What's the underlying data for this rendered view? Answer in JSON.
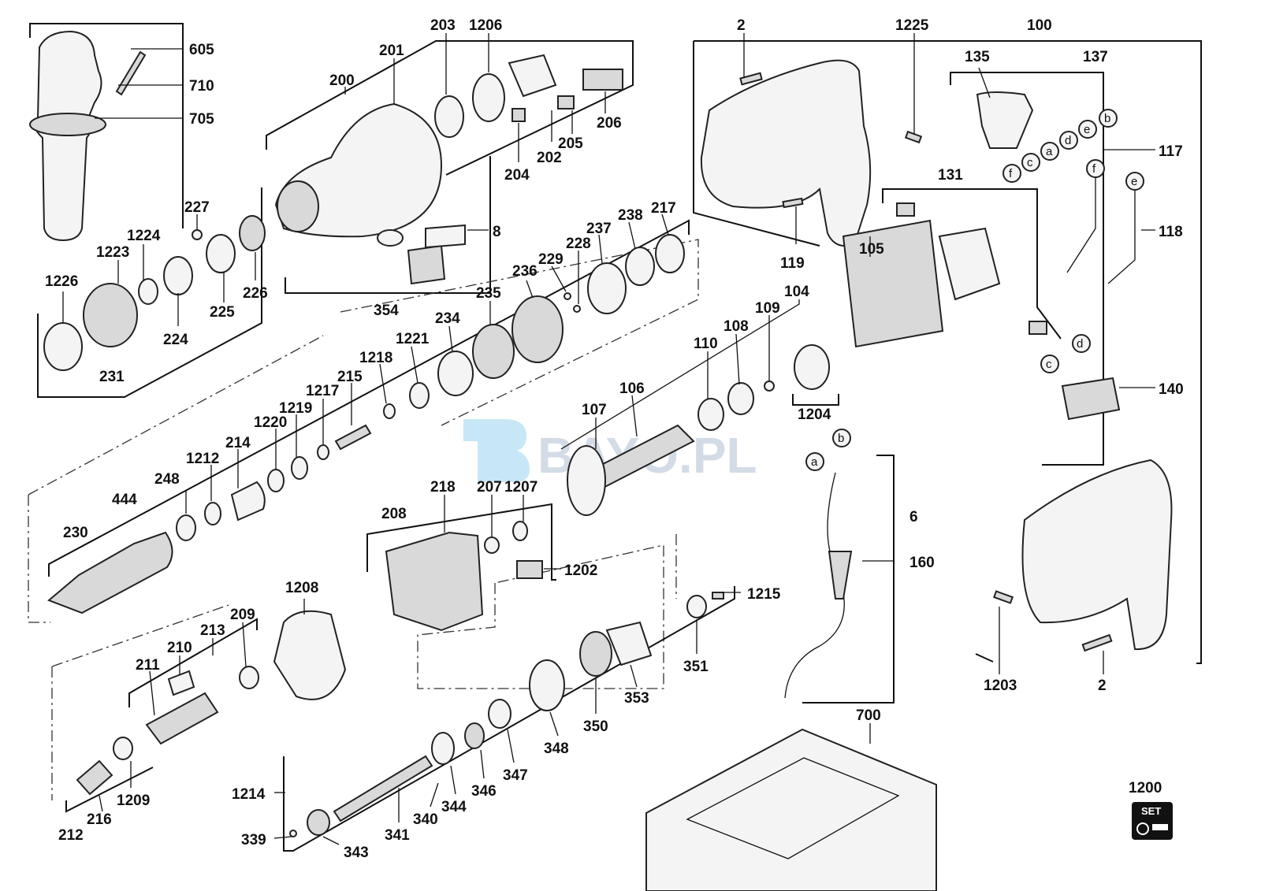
{
  "watermark": "BAYO.PL",
  "set_icon_text": "SET",
  "part_labels": {
    "p605": "605",
    "p710": "710",
    "p705": "705",
    "p200": "200",
    "p201": "201",
    "p203": "203",
    "p1206": "1206",
    "p206": "206",
    "p204": "204",
    "p202": "202",
    "p205": "205",
    "p8": "8",
    "p354": "354",
    "p227": "227",
    "p1224": "1224",
    "p1223": "1223",
    "p1226": "1226",
    "p224": "224",
    "p225": "225",
    "p226": "226",
    "p231": "231",
    "p238": "238",
    "p217": "217",
    "p237": "237",
    "p228": "228",
    "p229": "229",
    "p236": "236",
    "p235": "235",
    "p234": "234",
    "p1221": "1221",
    "p1218": "1218",
    "p215": "215",
    "p1217": "1217",
    "p1219": "1219",
    "p1220": "1220",
    "p214": "214",
    "p1212": "1212",
    "p248": "248",
    "p444": "444",
    "p230": "230",
    "p2a": "2",
    "p1225": "1225",
    "p100": "100",
    "p135": "135",
    "p137": "137",
    "p117": "117",
    "p131": "131",
    "p118": "118",
    "p119": "119",
    "p105": "105",
    "p104": "104",
    "p109": "109",
    "p108": "108",
    "p110": "110",
    "p106": "106",
    "p107": "107",
    "p1204": "1204",
    "p140": "140",
    "p218": "218",
    "p207": "207",
    "p1207": "1207",
    "p208": "208",
    "p1202": "1202",
    "p6": "6",
    "p160": "160",
    "p1208": "1208",
    "p1215": "1215",
    "p351": "351",
    "p209": "209",
    "p213": "213",
    "p210": "210",
    "p211": "211",
    "p353": "353",
    "p350": "350",
    "p348": "348",
    "p347": "347",
    "p346": "346",
    "p344": "344",
    "p1214": "1214",
    "p340": "340",
    "p341": "341",
    "p339": "339",
    "p343": "343",
    "p216": "216",
    "p1209": "1209",
    "p212": "212",
    "p1203": "1203",
    "p2b": "2",
    "p700": "700",
    "p1200": "1200"
  },
  "connector_letters": {
    "sw_a": "a",
    "sw_b": "b",
    "sw_c": "c",
    "sw_d": "d",
    "sw_e": "e",
    "sw_f": "f",
    "w_f": "f",
    "w_e": "e",
    "br_c": "c",
    "br_d": "d",
    "cord_a": "a",
    "cord_b": "b"
  }
}
